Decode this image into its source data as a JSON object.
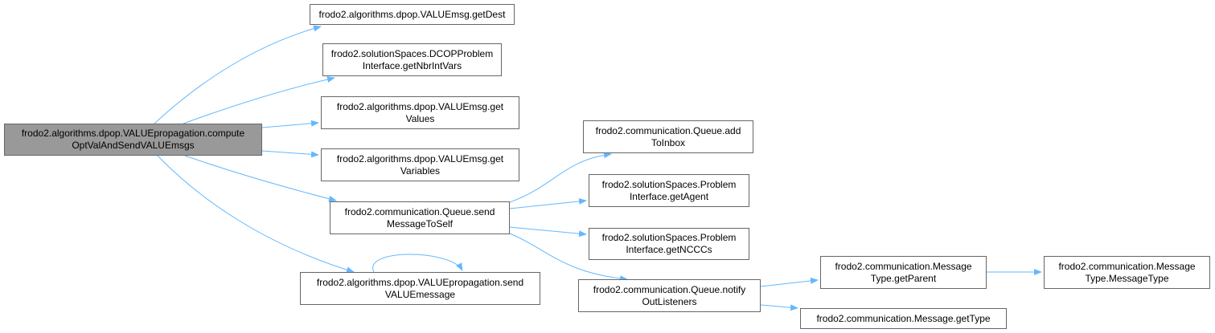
{
  "diagram": {
    "type": "call-graph",
    "edge_color": "#63b8ff",
    "root_fill": "#999999",
    "node_border": "#666666",
    "nodes": [
      {
        "id": "root",
        "lines": [
          "frodo2.algorithms.dpop.VALUEpropagation.compute",
          "OptValAndSendVALUEmsgs"
        ]
      },
      {
        "id": "getDest",
        "lines": [
          "frodo2.algorithms.dpop.VALUEmsg.getDest"
        ]
      },
      {
        "id": "getNbrIntVars",
        "lines": [
          "frodo2.solutionSpaces.DCOPProblem",
          "Interface.getNbrIntVars"
        ]
      },
      {
        "id": "getValues",
        "lines": [
          "frodo2.algorithms.dpop.VALUEmsg.get",
          "Values"
        ]
      },
      {
        "id": "getVariables",
        "lines": [
          "frodo2.algorithms.dpop.VALUEmsg.get",
          "Variables"
        ]
      },
      {
        "id": "sendMessageToSelf",
        "lines": [
          "frodo2.communication.Queue.send",
          "MessageToSelf"
        ]
      },
      {
        "id": "sendVALUEmessage",
        "lines": [
          "frodo2.algorithms.dpop.VALUEpropagation.send",
          "VALUEmessage"
        ]
      },
      {
        "id": "addToInbox",
        "lines": [
          "frodo2.communication.Queue.add",
          "ToInbox"
        ]
      },
      {
        "id": "getAgent",
        "lines": [
          "frodo2.solutionSpaces.Problem",
          "Interface.getAgent"
        ]
      },
      {
        "id": "getNCCCs",
        "lines": [
          "frodo2.solutionSpaces.Problem",
          "Interface.getNCCCs"
        ]
      },
      {
        "id": "notifyOutListeners",
        "lines": [
          "frodo2.communication.Queue.notify",
          "OutListeners"
        ]
      },
      {
        "id": "getParent",
        "lines": [
          "frodo2.communication.Message",
          "Type.getParent"
        ]
      },
      {
        "id": "getType",
        "lines": [
          "frodo2.communication.Message.getType"
        ]
      },
      {
        "id": "MessageType",
        "lines": [
          "frodo2.communication.Message",
          "Type.MessageType"
        ]
      }
    ],
    "edges": [
      {
        "from": "root",
        "to": "getDest"
      },
      {
        "from": "root",
        "to": "getNbrIntVars"
      },
      {
        "from": "root",
        "to": "getValues"
      },
      {
        "from": "root",
        "to": "getVariables"
      },
      {
        "from": "root",
        "to": "sendMessageToSelf"
      },
      {
        "from": "root",
        "to": "sendVALUEmessage"
      },
      {
        "from": "sendVALUEmessage",
        "to": "sendVALUEmessage"
      },
      {
        "from": "sendMessageToSelf",
        "to": "addToInbox"
      },
      {
        "from": "sendMessageToSelf",
        "to": "getAgent"
      },
      {
        "from": "sendMessageToSelf",
        "to": "getNCCCs"
      },
      {
        "from": "sendMessageToSelf",
        "to": "notifyOutListeners"
      },
      {
        "from": "notifyOutListeners",
        "to": "getParent"
      },
      {
        "from": "notifyOutListeners",
        "to": "getType"
      },
      {
        "from": "getParent",
        "to": "MessageType"
      }
    ]
  }
}
